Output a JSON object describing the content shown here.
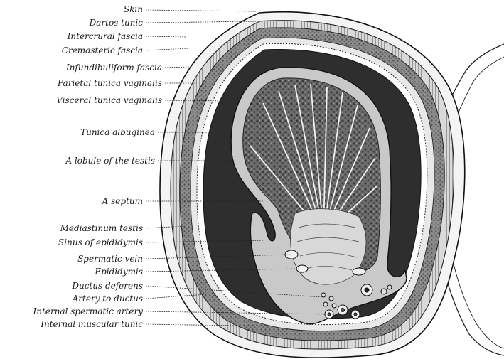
{
  "figure": {
    "labels": [
      {
        "id": "skin",
        "text": "Skin"
      },
      {
        "id": "dartos",
        "text": "Dartos tunic"
      },
      {
        "id": "intercrural",
        "text": "Intercrural fascia"
      },
      {
        "id": "cremasteric",
        "text": "Cremasteric fascia"
      },
      {
        "id": "infundibuliform",
        "text": "Infundibuliform fascia"
      },
      {
        "id": "parietal",
        "text": "Parietal tunica vaginalis"
      },
      {
        "id": "visceral",
        "text": "Visceral tunica vaginalis"
      },
      {
        "id": "albuginea",
        "text": "Tunica albuginea"
      },
      {
        "id": "lobule",
        "text": "A lobule of the testis"
      },
      {
        "id": "septum",
        "text": "A septum"
      },
      {
        "id": "mediastinum",
        "text": "Mediastinum testis"
      },
      {
        "id": "sinus",
        "text": "Sinus of epididymis"
      },
      {
        "id": "vein",
        "text": "Spermatic vein"
      },
      {
        "id": "epididymis",
        "text": "Epididymis"
      },
      {
        "id": "deferens",
        "text": "Ductus deferens"
      },
      {
        "id": "artery_ductus",
        "text": "Artery to ductus"
      },
      {
        "id": "int_artery",
        "text": "Internal spermatic artery"
      },
      {
        "id": "muscular",
        "text": "Internal muscular tunic"
      }
    ],
    "colors": {
      "ink": "#1a1a1a",
      "cavity": "#2e2e2e",
      "tissue": "#7a7a7a",
      "paper": "#ffffff"
    }
  }
}
